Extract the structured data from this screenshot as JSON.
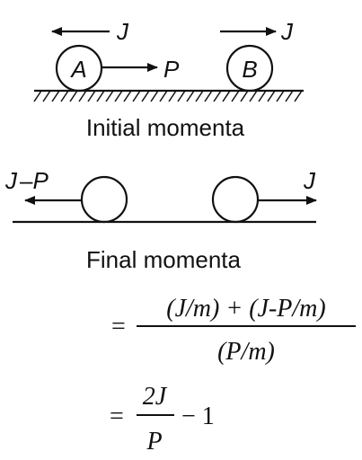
{
  "initial": {
    "ball_a": "A",
    "ball_b": "B",
    "arrow_a_above": "J",
    "arrow_a_right": "P",
    "arrow_b_above": "J",
    "caption": "Initial momenta"
  },
  "final": {
    "left_label_j": "J",
    "left_label_minus": "–",
    "left_label_p": "P",
    "right_label": "J",
    "caption": "Final momenta"
  },
  "equation1": {
    "equals": "=",
    "numerator": "(J/m) + (J-P/m)",
    "denominator": "(P/m)"
  },
  "equation2": {
    "equals": "=",
    "numerator": "2J",
    "denominator": "P",
    "suffix": "− 1"
  }
}
